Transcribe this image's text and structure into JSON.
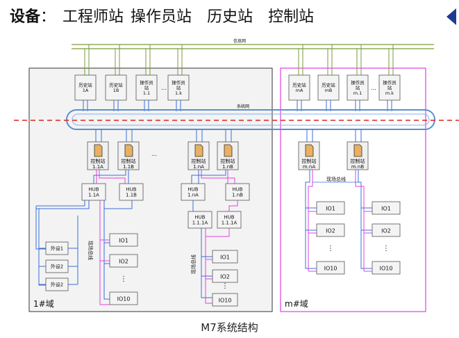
{
  "heading": {
    "lead": "设备",
    "colon": "：",
    "items": [
      "工程师站",
      "操作员站",
      "历史站",
      "控制站"
    ]
  },
  "diagram": {
    "info_net_label": "信息网",
    "system_net_label": "系统网",
    "field_bus_label": "现场总线",
    "ellipsis": "…",
    "domain1_label": "1#域",
    "domainm_label": "m#域",
    "top_stations_left": [
      {
        "lines": [
          "历史站",
          "1A"
        ]
      },
      {
        "lines": [
          "历史站",
          "1B"
        ]
      },
      {
        "lines": [
          "操作员",
          "站",
          "1.1"
        ]
      },
      {
        "lines": [
          "操作员",
          "站",
          "1.k"
        ]
      }
    ],
    "top_stations_right": [
      {
        "lines": [
          "历史站",
          "mA"
        ]
      },
      {
        "lines": [
          "历史站",
          "mB"
        ]
      },
      {
        "lines": [
          "操作员",
          "站",
          "m.1"
        ]
      },
      {
        "lines": [
          "操作员",
          "站",
          "m.k"
        ]
      }
    ],
    "controllers": [
      {
        "lines": [
          "控制站",
          "1.1A"
        ]
      },
      {
        "lines": [
          "控制站",
          "1.1B"
        ]
      },
      {
        "lines": [
          "控制站",
          "1.nA"
        ]
      },
      {
        "lines": [
          "控制站",
          "1.nB"
        ]
      },
      {
        "lines": [
          "控制站",
          "m.nA"
        ]
      },
      {
        "lines": [
          "控制站",
          "m.nB"
        ]
      }
    ],
    "hubs": [
      {
        "lines": [
          "HUB",
          "1.1A"
        ]
      },
      {
        "lines": [
          "HUB",
          "1.1B"
        ]
      },
      {
        "lines": [
          "HUB",
          "1.nA"
        ]
      },
      {
        "lines": [
          "HUB",
          "1.nB"
        ]
      },
      {
        "lines": [
          "HUB",
          "1.1.1A"
        ]
      },
      {
        "lines": [
          "HUB",
          "1.1.1A"
        ]
      }
    ],
    "peripherals": [
      "外设1",
      "外设2",
      "外设2"
    ],
    "io_labels": {
      "io1": "IO1",
      "io2": "IO2",
      "io10": "IO10"
    },
    "colors": {
      "info_net": "#7a9a3a",
      "system_net": "#5b8fd0",
      "red_dash": "#e02020",
      "magenta": "#e040e0",
      "blue_link": "#3a6fd8",
      "domain_box": "#333333"
    }
  },
  "caption": "M7系统结构"
}
